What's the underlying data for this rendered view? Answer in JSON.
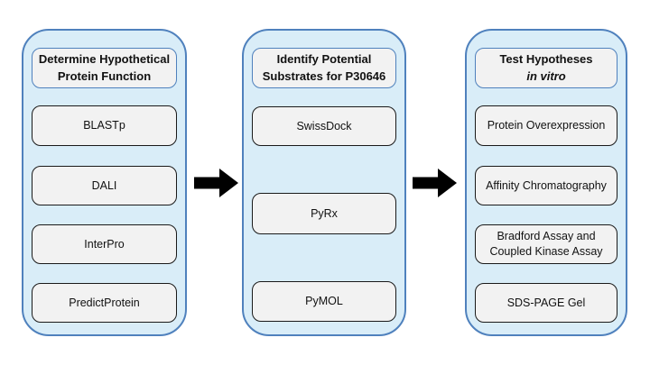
{
  "diagram": {
    "type": "flowchart",
    "background": "#ffffff",
    "colors": {
      "container_fill": "#d9edf8",
      "container_border": "#4f81bd",
      "header_fill": "#f2f2f2",
      "header_border": "#4f81bd",
      "box_fill": "#f2f2f2",
      "box_border": "#1a1a1a",
      "arrow": "#000000",
      "text": "#111111"
    },
    "columns": [
      {
        "id": "determine-function",
        "title_lines": {
          "0": "Determine Hypothetical",
          "1": "Protein Function"
        },
        "items": {
          "0": "BLASTp",
          "1": "DALI",
          "2": "InterPro",
          "3": "PredictProtein"
        }
      },
      {
        "id": "identify-substrates",
        "title_lines": {
          "0": "Identify Potential",
          "1": "Substrates for P30646"
        },
        "items": {
          "0": "SwissDock",
          "1": "PyRx",
          "2": "PyMOL"
        }
      },
      {
        "id": "test-hypotheses",
        "title_lines": {
          "0": "Test Hypotheses",
          "1": "in vitro"
        },
        "title_line2_style": "italic",
        "items": {
          "0": "Protein Overexpression",
          "1": "Affinity Chromatography",
          "2": "Bradford Assay and Coupled Kinase Assay",
          "3": "SDS-PAGE Gel"
        }
      }
    ],
    "arrows": {
      "0": "right-arrow",
      "1": "right-arrow"
    }
  }
}
